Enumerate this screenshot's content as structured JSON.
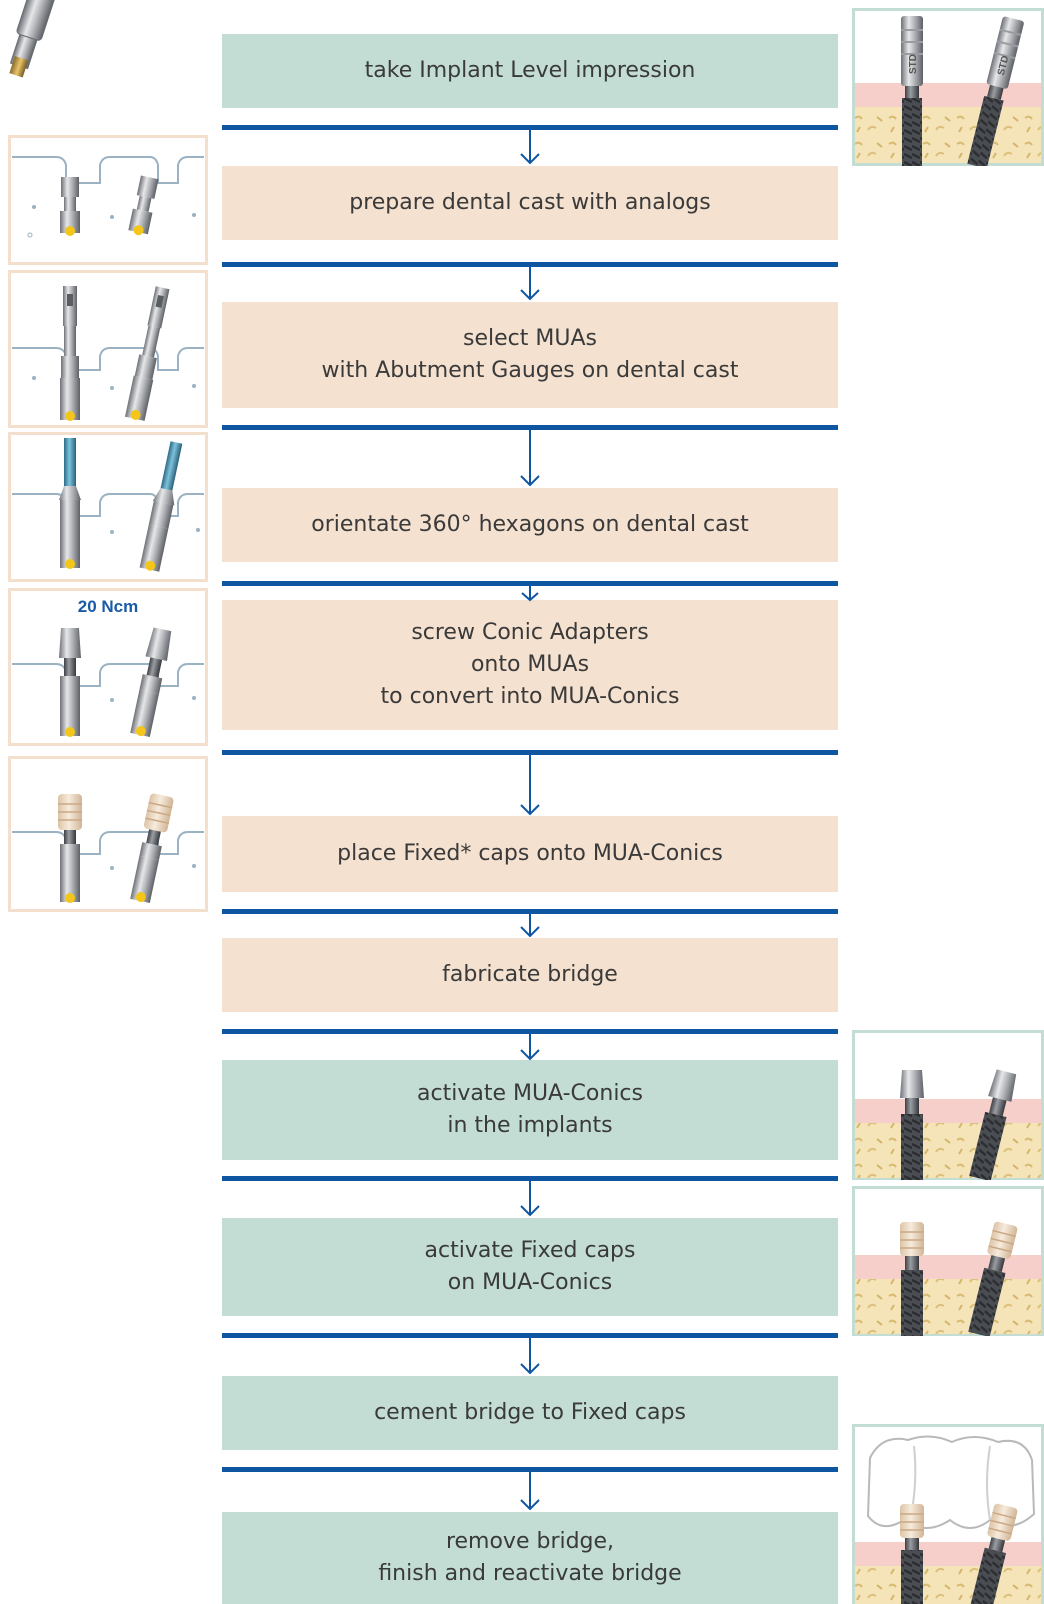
{
  "steps": [
    {
      "id": "take-impression",
      "lines": [
        "take Implant Level impression"
      ]
    },
    {
      "id": "prepare-cast",
      "lines": [
        "prepare dental cast with analogs"
      ]
    },
    {
      "id": "select-muas",
      "lines": [
        "select MUAs",
        "with Abutment Gauges on dental cast"
      ]
    },
    {
      "id": "orientate-hexagons",
      "lines": [
        "orientate 360° hexagons on dental cast"
      ]
    },
    {
      "id": "screw-adapters",
      "lines": [
        "screw Conic Adapters",
        "onto MUAs",
        "to convert into MUA-Conics"
      ]
    },
    {
      "id": "place-caps",
      "lines": [
        "place Fixed* caps onto MUA-Conics"
      ]
    },
    {
      "id": "fabricate-bridge",
      "lines": [
        "fabricate bridge"
      ]
    },
    {
      "id": "activate-mua-conics",
      "lines": [
        "activate MUA-Conics",
        "in the implants"
      ]
    },
    {
      "id": "activate-caps",
      "lines": [
        "activate Fixed caps",
        "on MUA-Conics"
      ]
    },
    {
      "id": "cement-bridge",
      "lines": [
        "cement bridge to Fixed caps"
      ]
    },
    {
      "id": "remove-bridge",
      "lines": [
        "remove bridge,",
        "finish and reactivate bridge"
      ]
    }
  ],
  "annotations": {
    "torque": "20 Ncm",
    "transfer_label": "STD"
  },
  "colors": {
    "clinic_box": "#c3ddd5",
    "lab_box": "#f4e1cf",
    "connector": "#0e56a2",
    "text": "#3a3a3a",
    "torque_text": "#1a5aa6"
  }
}
